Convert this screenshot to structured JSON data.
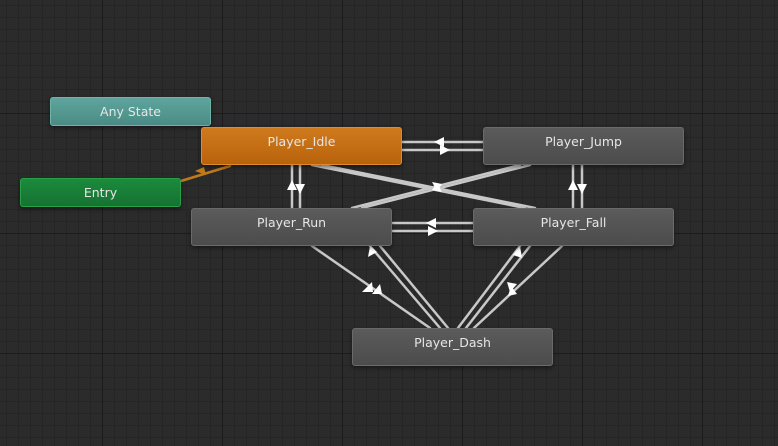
{
  "window": {
    "view": "animator-state-machine-graph"
  },
  "colors": {
    "canvas_bg": "#2b2b2b",
    "default_state": "#b8620d",
    "state": "#4c4c4c",
    "any_state": "#4a8c85",
    "entry": "#157332",
    "transition": "#c8c8c8",
    "default_transition": "#c07a1a"
  },
  "nodes": {
    "any_state": {
      "label": "Any State"
    },
    "entry": {
      "label": "Entry"
    },
    "player_idle": {
      "label": "Player_Idle"
    },
    "player_jump": {
      "label": "Player_Jump"
    },
    "player_run": {
      "label": "Player_Run"
    },
    "player_fall": {
      "label": "Player_Fall"
    },
    "player_dash": {
      "label": "Player_Dash"
    }
  },
  "transitions": [
    {
      "from": "Entry",
      "to": "Player_Idle",
      "default": true
    },
    {
      "from": "Player_Idle",
      "to": "Player_Jump"
    },
    {
      "from": "Player_Jump",
      "to": "Player_Idle"
    },
    {
      "from": "Player_Idle",
      "to": "Player_Run"
    },
    {
      "from": "Player_Run",
      "to": "Player_Idle"
    },
    {
      "from": "Player_Idle",
      "to": "Player_Fall"
    },
    {
      "from": "Player_Jump",
      "to": "Player_Run"
    },
    {
      "from": "Player_Jump",
      "to": "Player_Fall"
    },
    {
      "from": "Player_Fall",
      "to": "Player_Jump"
    },
    {
      "from": "Player_Run",
      "to": "Player_Fall"
    },
    {
      "from": "Player_Fall",
      "to": "Player_Run"
    },
    {
      "from": "Player_Run",
      "to": "Player_Dash"
    },
    {
      "from": "Player_Dash",
      "to": "Player_Run"
    },
    {
      "from": "Player_Fall",
      "to": "Player_Dash"
    },
    {
      "from": "Player_Dash",
      "to": "Player_Fall"
    }
  ]
}
